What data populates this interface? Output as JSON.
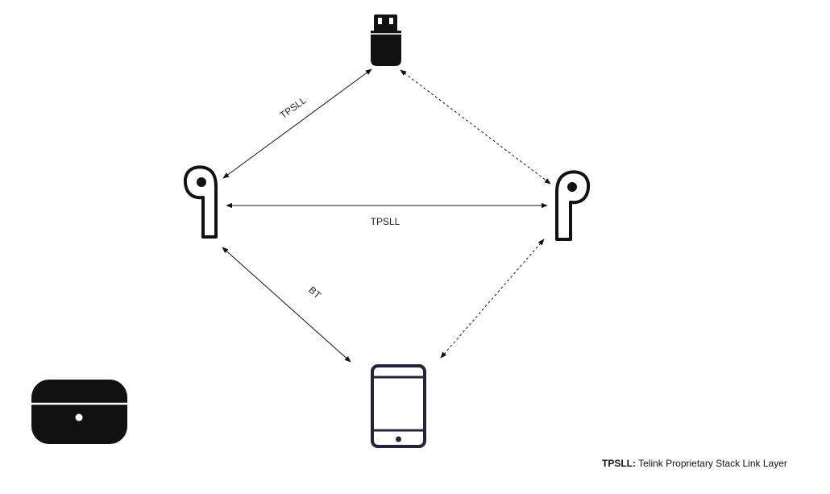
{
  "diagram": {
    "nodes": {
      "dongle": {
        "icon": "usb-dongle-icon"
      },
      "left_earbud": {
        "icon": "left-earbud-icon"
      },
      "right_earbud": {
        "icon": "right-earbud-icon"
      },
      "phone": {
        "icon": "smartphone-icon"
      },
      "charging_case": {
        "icon": "charging-case-icon"
      }
    },
    "edges": {
      "dongle_left": {
        "label": "TPSLL",
        "style": "solid",
        "direction": "both"
      },
      "left_right": {
        "label": "TPSLL",
        "style": "solid",
        "direction": "both"
      },
      "left_phone": {
        "label": "BT",
        "style": "solid",
        "direction": "both"
      },
      "dongle_right": {
        "label": "",
        "style": "dotted",
        "direction": "both"
      },
      "right_phone": {
        "label": "",
        "style": "dotted",
        "direction": "both"
      }
    },
    "legend": {
      "term": "TPSLL:",
      "definition": "Telink Proprietary Stack Link Layer"
    }
  }
}
